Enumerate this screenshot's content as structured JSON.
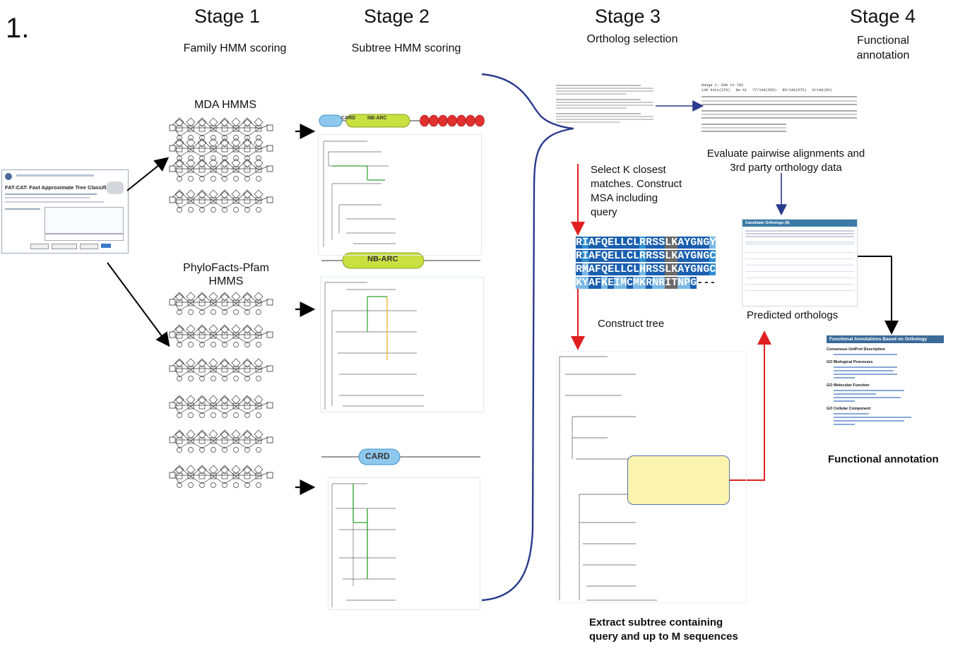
{
  "panel_number": "1.",
  "stages": [
    {
      "title": "Stage 1",
      "subtitle": "Family HMM scoring"
    },
    {
      "title": "Stage 2",
      "subtitle": "Subtree HMM scoring"
    },
    {
      "title": "Stage 3",
      "subtitle": "Ortholog selection"
    },
    {
      "title": "Stage  4",
      "subtitle": "Functional annotation"
    }
  ],
  "hmm_groups": {
    "mda": "MDA HMMS",
    "phylofacts": "PhyloFacts-Pfam HMMS"
  },
  "domains": {
    "card": "CARD",
    "nbarc": "NB-ARC"
  },
  "webpage": {
    "title": "FAT-CAT: Fast Approximate Tree Classification"
  },
  "stage3": {
    "select_text": "Select K closest matches. Construct MSA including query",
    "construct_tree": "Construct  tree",
    "extract_text": "Extract subtree containing query and up to M sequences",
    "evaluate_text": "Evaluate pairwise alignments and 3rd party orthology data",
    "predicted": "Predicted orthologs",
    "candidate_title": "Candidate Orthologs (8)"
  },
  "msa_rows": [
    "RIAFQELLCLRRSSLKAYGNGY",
    "RIAFQELLCLRRSSLKAYGNGC",
    "RMAFQELLCLHRSSLKAYGNGC",
    "KYAFKEIMCMKRNRITNPG---"
  ],
  "alignment": {
    "header": "Range 1: 846 to 783",
    "score": "149 bits(376)",
    "expect": "8e-41",
    "identities": "77/140(55%)",
    "positives": "95/140(67%)",
    "gaps": "0/140(0%)"
  },
  "stage4": {
    "panel_title": "Functional Annotations Based on Orthology",
    "consensus": "Consensus UniProt Description",
    "bio": "GO Biological Processes",
    "mol": "GO Molecular Function",
    "cell": "GO Cellular Component",
    "label": "Functional annotation"
  },
  "colors": {
    "arrow_red": "#e02020",
    "brace_blue": "#2a3a8c",
    "tree_green": "#2aa02a",
    "card_blue": "#8fc8ee",
    "nbarc_green": "#c8e040",
    "lrr_red": "#e03030",
    "msa_blue": "#2f8fd0",
    "msa_dark": "#1a5fb0",
    "highlight_yellow": "#fbf3a0"
  }
}
